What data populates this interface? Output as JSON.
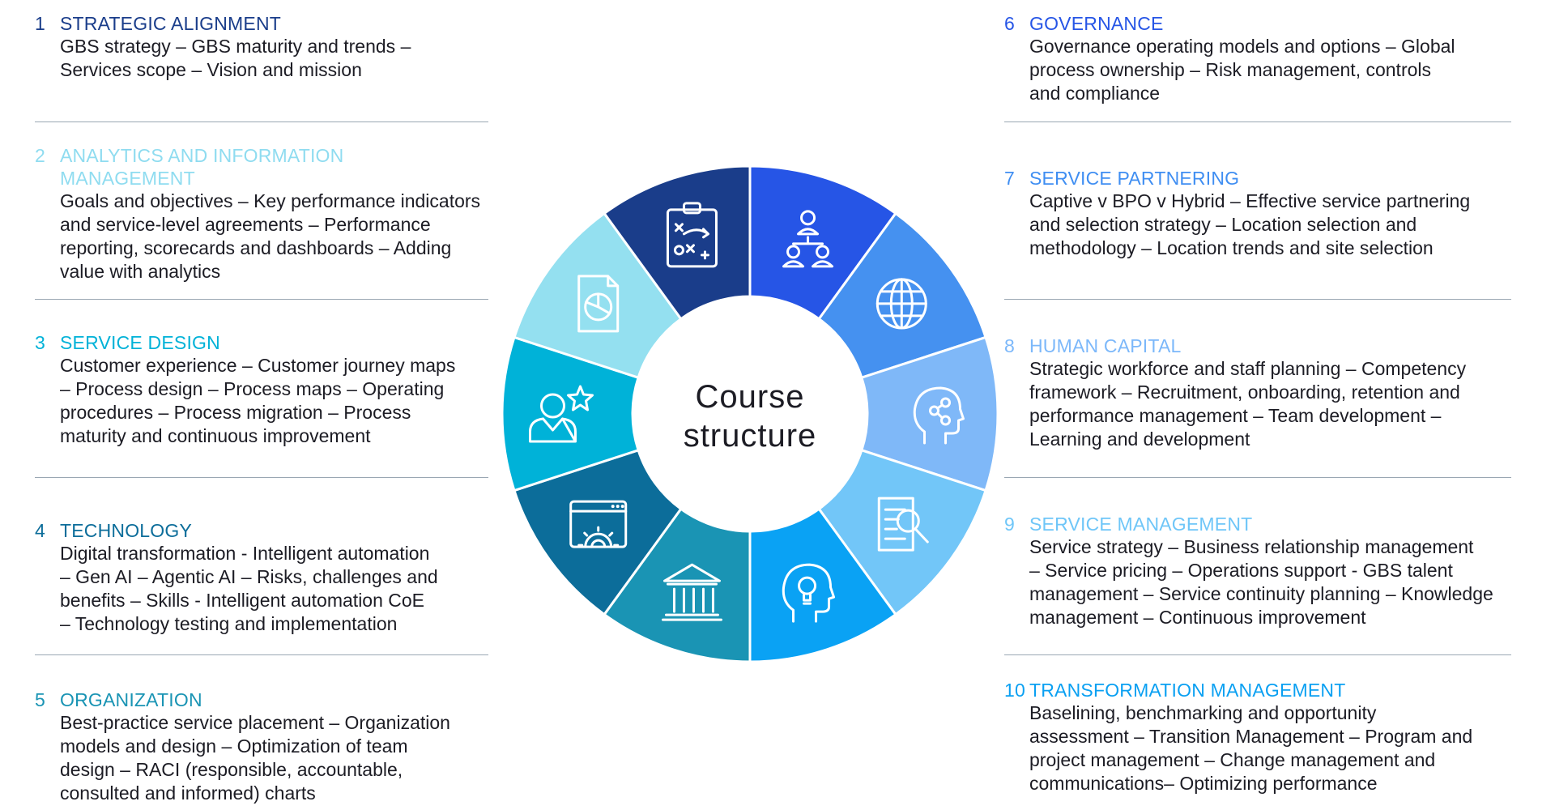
{
  "center_label": [
    "Course",
    "structure"
  ],
  "modules": [
    {
      "number": "1",
      "title": "STRATEGIC ALIGNMENT",
      "color": "#1a3d8a",
      "description": [
        "GBS strategy – GBS maturity and trends –",
        "Services scope – Vision and mission"
      ]
    },
    {
      "number": "2",
      "title": "ANALYTICS AND INFORMATION MANAGEMENT",
      "color": "#8fdcf0",
      "description": [
        "Goals and objectives – Key performance indicators",
        "and service-level agreements – Performance",
        "reporting, scorecards and dashboards – Adding",
        "value with analytics"
      ]
    },
    {
      "number": "3",
      "title": "SERVICE DESIGN",
      "color": "#00b2d8",
      "description": [
        "Customer experience – Customer journey maps",
        "– Process design – Process maps – Operating",
        "procedures – Process migration – Process",
        "maturity and continuous improvement"
      ]
    },
    {
      "number": "4",
      "title": "TECHNOLOGY",
      "color": "#0c6d9a",
      "description": [
        "Digital transformation - Intelligent automation",
        "– Gen AI – Agentic AI  – Risks, challenges and",
        "benefits – Skills -  Intelligent automation CoE",
        "– Technology testing and implementation"
      ]
    },
    {
      "number": "5",
      "title": "ORGANIZATION",
      "color": "#1a94b4",
      "description": [
        "Best-practice service placement – Organization",
        "models and design – Optimization of team",
        "design – RACI (responsible, accountable,",
        "consulted and informed) charts"
      ]
    },
    {
      "number": "6",
      "title": "GOVERNANCE",
      "color": "#2655e6",
      "description": [
        "Governance operating models and options – Global",
        "process ownership – Risk management, controls",
        "and compliance"
      ]
    },
    {
      "number": "7",
      "title": "SERVICE PARTNERING",
      "color": "#3f8ef2",
      "description": [
        "Captive v BPO v Hybrid – Effective service partnering",
        "and selection strategy – Location selection and",
        "methodology – Location trends and site selection"
      ]
    },
    {
      "number": "8",
      "title": "HUMAN CAPITAL",
      "color": "#7cb8fa",
      "description": [
        "Strategic workforce and staff planning – Competency",
        "framework – Recruitment, onboarding, retention and",
        "performance management – Team development –",
        "Learning and development"
      ]
    },
    {
      "number": "9",
      "title": "SERVICE MANAGEMENT",
      "color": "#6fc6f8",
      "description": [
        "Service strategy – Business relationship management",
        "– Service pricing – Operations support - GBS talent",
        "management – Service continuity planning – Knowledge",
        "management – Continuous improvement"
      ]
    },
    {
      "number": "10",
      "title": "TRANSFORMATION MANAGEMENT",
      "color": "#0aa0f2",
      "description": [
        "Baselining, benchmarking and opportunity",
        "assessment – Transition Management – Program and",
        "project management – Change management and",
        "communications– Optimizing performance"
      ]
    }
  ],
  "wheel_segments": [
    {
      "module": "6",
      "color": "#2655e6",
      "icon": "team-hierarchy-icon"
    },
    {
      "module": "7",
      "color": "#4591f0",
      "icon": "globe-icon"
    },
    {
      "module": "8",
      "color": "#7fb8f8",
      "icon": "head-network-icon"
    },
    {
      "module": "9",
      "color": "#72c6f8",
      "icon": "document-search-icon"
    },
    {
      "module": "10",
      "color": "#0aa2f4",
      "icon": "head-lightbulb-icon"
    },
    {
      "module": "5",
      "color": "#1a94b4",
      "icon": "institution-building-icon"
    },
    {
      "module": "4",
      "color": "#0c6d9a",
      "icon": "browser-settings-icon"
    },
    {
      "module": "3",
      "color": "#00b2d8",
      "icon": "person-star-icon"
    },
    {
      "module": "2",
      "color": "#94e0f0",
      "icon": "report-pie-icon"
    },
    {
      "module": "1",
      "color": "#1a3d8a",
      "icon": "strategy-clipboard-icon"
    }
  ]
}
